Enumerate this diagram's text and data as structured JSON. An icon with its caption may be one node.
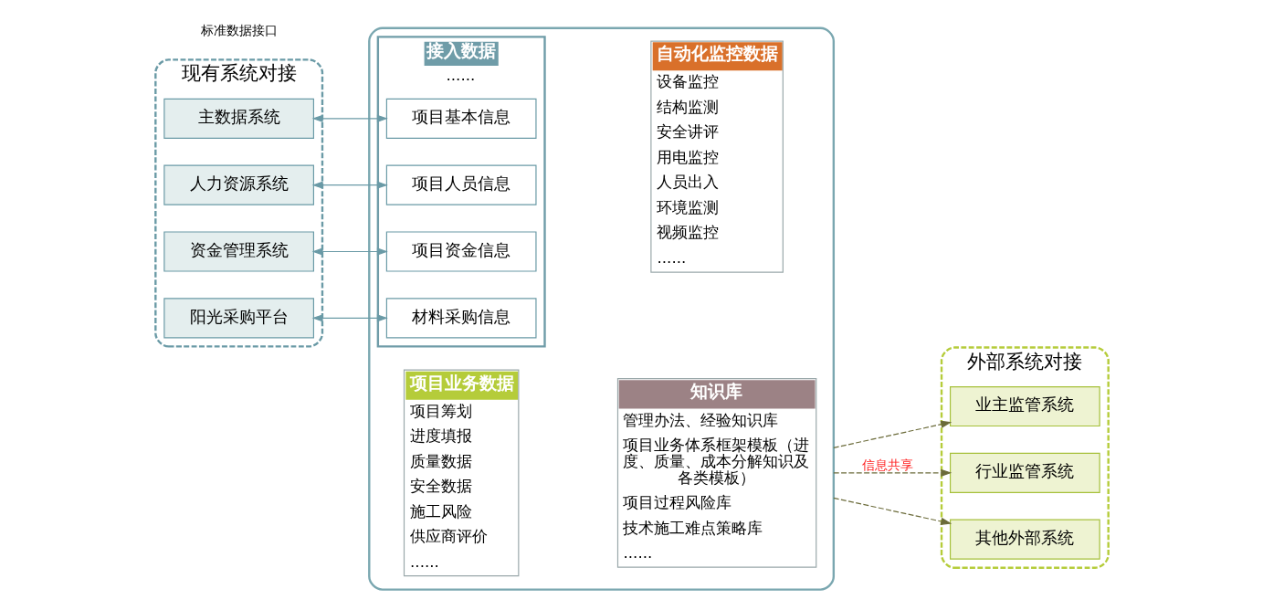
{
  "diagram": {
    "nodes": [
      {
        "text": [
          "现有系统对接"
        ]
      },
      {
        "text": [
          "主数据系统"
        ],
        "in": 0
      },
      {
        "text": [
          "人力资源系统"
        ],
        "in": 0
      },
      {
        "text": [
          "资金管理系统"
        ],
        "in": 0
      },
      {
        "text": [
          "阳光采购平台"
        ],
        "in": 0
      },
      {
        "text": [],
        "shape": "box"
      },
      {
        "text": [
          "接入数据",
          "......"
        ],
        "in": 5
      },
      {
        "text": [
          "项目基本信息"
        ],
        "in": 6
      },
      {
        "text": [
          "项目人员信息"
        ],
        "in": 6
      },
      {
        "text": [
          "项目资金信息"
        ],
        "in": 6
      },
      {
        "text": [
          "材料采购信息"
        ],
        "in": 6
      },
      {
        "text": [
          "自动化监控数据",
          "设备监控",
          "结构监测",
          "安全讲评",
          "用电监控",
          "人员出入",
          "环境监测",
          "视频监控",
          "......"
        ],
        "in": 5
      },
      {
        "text": [
          "项目业务数据",
          "项目筹划",
          "进度填报",
          "质量数据",
          "安全数据",
          "施工风险",
          "供应商评价",
          "......"
        ],
        "in": 5
      },
      {
        "text": [
          "知识库",
          "管理办法、经验知识库",
          "项目业务体系框架模板（进度、质量、成本分解知识及各类模板）",
          "项目过程风险库",
          "技术施工难点策略库",
          "......"
        ],
        "in": 5
      },
      {
        "text": [
          "外部系统对接"
        ]
      },
      {
        "text": [
          "业主监管系统"
        ],
        "in": 14
      },
      {
        "text": [
          "行业监管系统"
        ],
        "in": 14
      },
      {
        "text": [
          "其他外部系统"
        ],
        "in": 14
      }
    ],
    "edges": [
      {
        "from": 1,
        "to": 7,
        "arrow": "both"
      },
      {
        "from": 2,
        "to": 8,
        "arrow": "both"
      },
      {
        "from": 3,
        "to": 9,
        "arrow": "both"
      },
      {
        "from": 4,
        "to": 10,
        "arrow": "both"
      },
      {
        "from": 5,
        "to": 15,
        "arrow": "to",
        "style": "dashed",
        "color": "#6b6b3a"
      },
      {
        "from": 5,
        "to": 16,
        "arrow": "to",
        "style": "dashed",
        "color": "#6b6b3a",
        "label": "信息共享"
      },
      {
        "from": 5,
        "to": 17,
        "arrow": "to",
        "style": "dashed",
        "color": "#6b6b3a"
      }
    ],
    "labels": [
      "标准数据接口"
    ]
  }
}
